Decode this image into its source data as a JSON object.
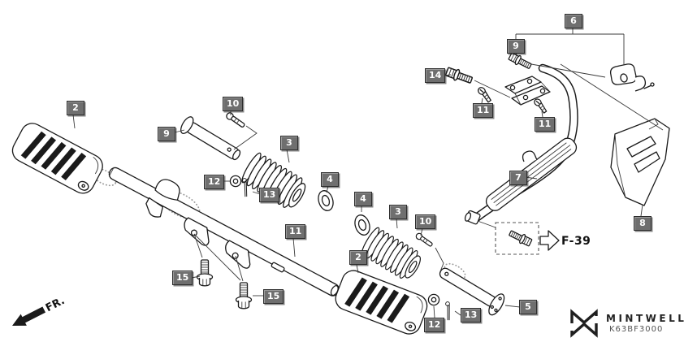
{
  "callouts": [
    {
      "label": "2"
    },
    {
      "label": "9"
    },
    {
      "label": "10"
    },
    {
      "label": "3"
    },
    {
      "label": "12"
    },
    {
      "label": "13"
    },
    {
      "label": "4"
    },
    {
      "label": "11"
    },
    {
      "label": "15"
    },
    {
      "label": "15"
    },
    {
      "label": "4"
    },
    {
      "label": "3"
    },
    {
      "label": "10"
    },
    {
      "label": "2"
    },
    {
      "label": "12"
    },
    {
      "label": "13"
    },
    {
      "label": "5"
    },
    {
      "label": "6"
    },
    {
      "label": "9"
    },
    {
      "label": "14"
    },
    {
      "label": "11"
    },
    {
      "label": "11"
    },
    {
      "label": "7"
    },
    {
      "label": "8"
    }
  ],
  "annotations": {
    "front_marker": "FR.",
    "cross_reference": "F-39"
  },
  "branding": {
    "logo_text": "MINTWELL",
    "diagram_code": "K63BF3000"
  },
  "colors": {
    "line": "#1a1a1a",
    "callout_bg": "#6f6f6f",
    "callout_text": "#ffffff",
    "background": "#ffffff",
    "brand_text": "#222222"
  }
}
